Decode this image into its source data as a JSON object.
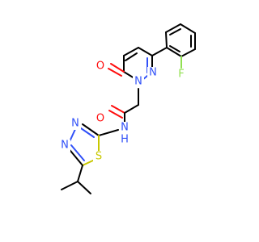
{
  "colors": {
    "carbon": "#000000",
    "nitrogen": "#3050F8",
    "oxygen": "#FF0D0D",
    "fluorine": "#90E050",
    "sulfur": "#C8C800",
    "background": "#FFFFFF"
  },
  "atoms": {
    "fluorine": "F",
    "carbonyl_oxygen_ring": "O",
    "pyridazine_n_substituted": "N",
    "pyridazine_n_imine": "N",
    "amide_oxygen": "O",
    "amide_nitrogen": "N",
    "amide_hydrogen": "H",
    "thiadiazole_n_upper": "N",
    "thiadiazole_n_lower": "N",
    "thiadiazole_sulfur": "S"
  }
}
